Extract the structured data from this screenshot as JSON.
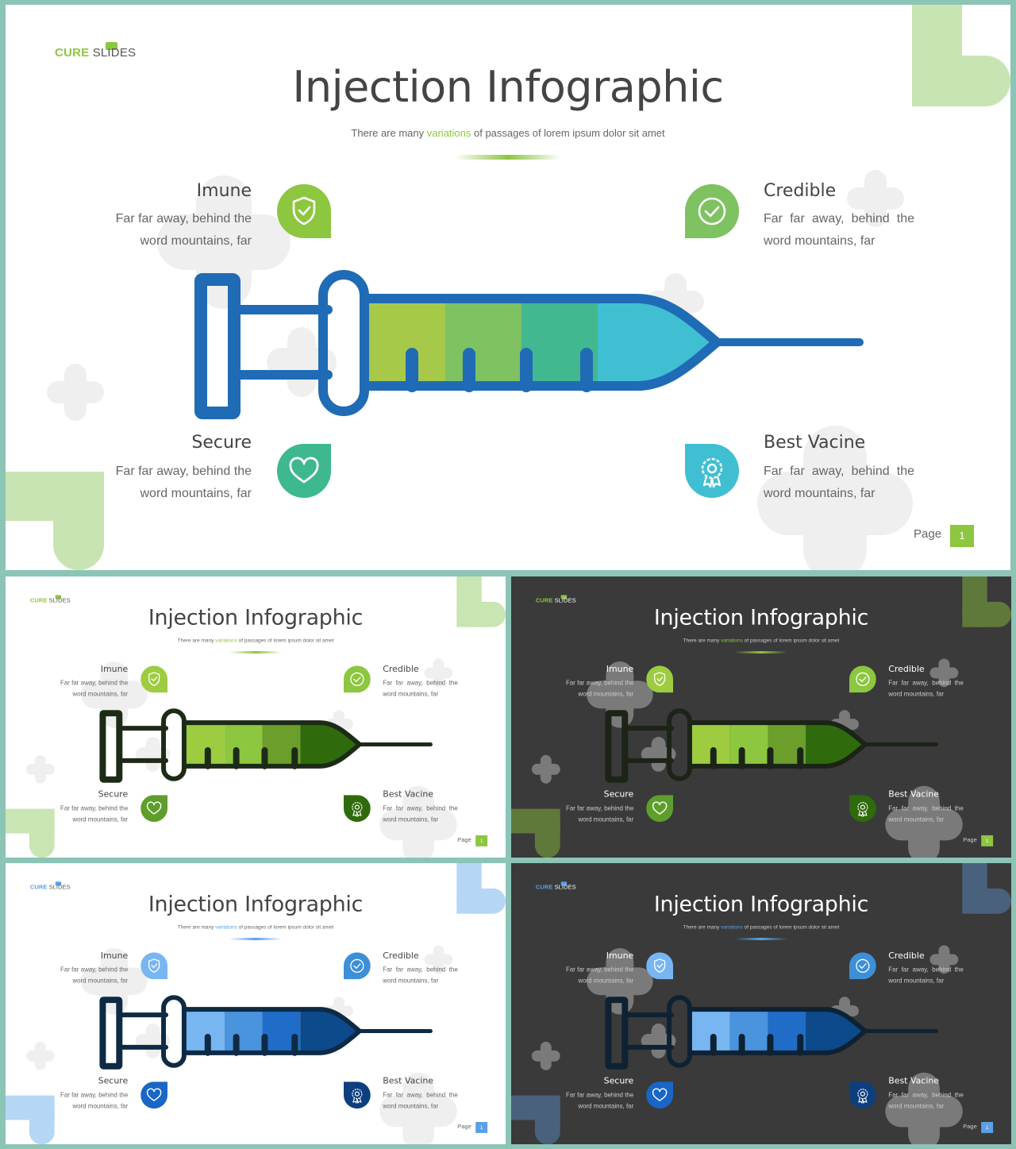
{
  "logo": {
    "cure": "CURE",
    "slides": "SLIDES"
  },
  "title": "Injection Infographic",
  "subtitle": {
    "before": "There are many ",
    "highlight": "variations",
    "after": " of passages of lorem ipsum dolor sit amet"
  },
  "features": {
    "imune": {
      "title": "Imune",
      "desc": "Far far away, behind the word mountains, far",
      "icon": "shield-check-icon"
    },
    "credible": {
      "title": "Credible",
      "desc": "Far far away, behind the word mountains, far",
      "icon": "check-circle-icon"
    },
    "secure": {
      "title": "Secure",
      "desc": "Far far away, behind the word mountains, far",
      "icon": "heart-icon"
    },
    "best": {
      "title": "Best Vacine",
      "desc": "Far far away, behind the word mountains, far",
      "icon": "award-gear-icon"
    }
  },
  "page": {
    "label": "Page",
    "number": "1"
  },
  "themes": [
    {
      "id": "main",
      "dark": false,
      "accent": "#8dc63f",
      "outline": "#1f6bb5",
      "segments": [
        "#a6c94a",
        "#7ec261",
        "#41b88f",
        "#40bfd2"
      ],
      "badges": [
        "#8dc63f",
        "#7ec261",
        "#3db88f",
        "#40bfd2"
      ],
      "deco": "#b6dc9a"
    },
    {
      "id": "green-light",
      "dark": false,
      "accent": "#8dc63f",
      "outline": "#1c2b17",
      "segments": [
        "#9dcc41",
        "#8dc63f",
        "#6c9e2c",
        "#2f6b0c"
      ],
      "badges": [
        "#9dcc41",
        "#8dc63f",
        "#5f9e2a",
        "#2f6b0c"
      ],
      "deco": "#b6dc9a"
    },
    {
      "id": "green-dark",
      "dark": true,
      "accent": "#8dc63f",
      "outline": "#1b2417",
      "segments": [
        "#9dcc41",
        "#8dc63f",
        "#6c9e2c",
        "#2f6b0c"
      ],
      "badges": [
        "#9dcc41",
        "#8dc63f",
        "#5f9e2a",
        "#2f6b0c"
      ],
      "deco": "#6d8f3c"
    },
    {
      "id": "blue-light",
      "dark": false,
      "accent": "#5aa0e8",
      "outline": "#0e2a44",
      "segments": [
        "#78b6f2",
        "#4a93dd",
        "#1f6dc7",
        "#0d4a8b"
      ],
      "badges": [
        "#78b6f2",
        "#3d8fd8",
        "#1a66c6",
        "#0d3f7e"
      ],
      "deco": "#9ec9f2"
    },
    {
      "id": "blue-dark",
      "dark": true,
      "accent": "#5aa0e8",
      "outline": "#0e2234",
      "segments": [
        "#78b6f2",
        "#4a93dd",
        "#1f6dc7",
        "#0d4a8b"
      ],
      "badges": [
        "#78b6f2",
        "#3d8fd8",
        "#1a66c6",
        "#0d3f7e"
      ],
      "deco": "#4f6f94"
    }
  ]
}
